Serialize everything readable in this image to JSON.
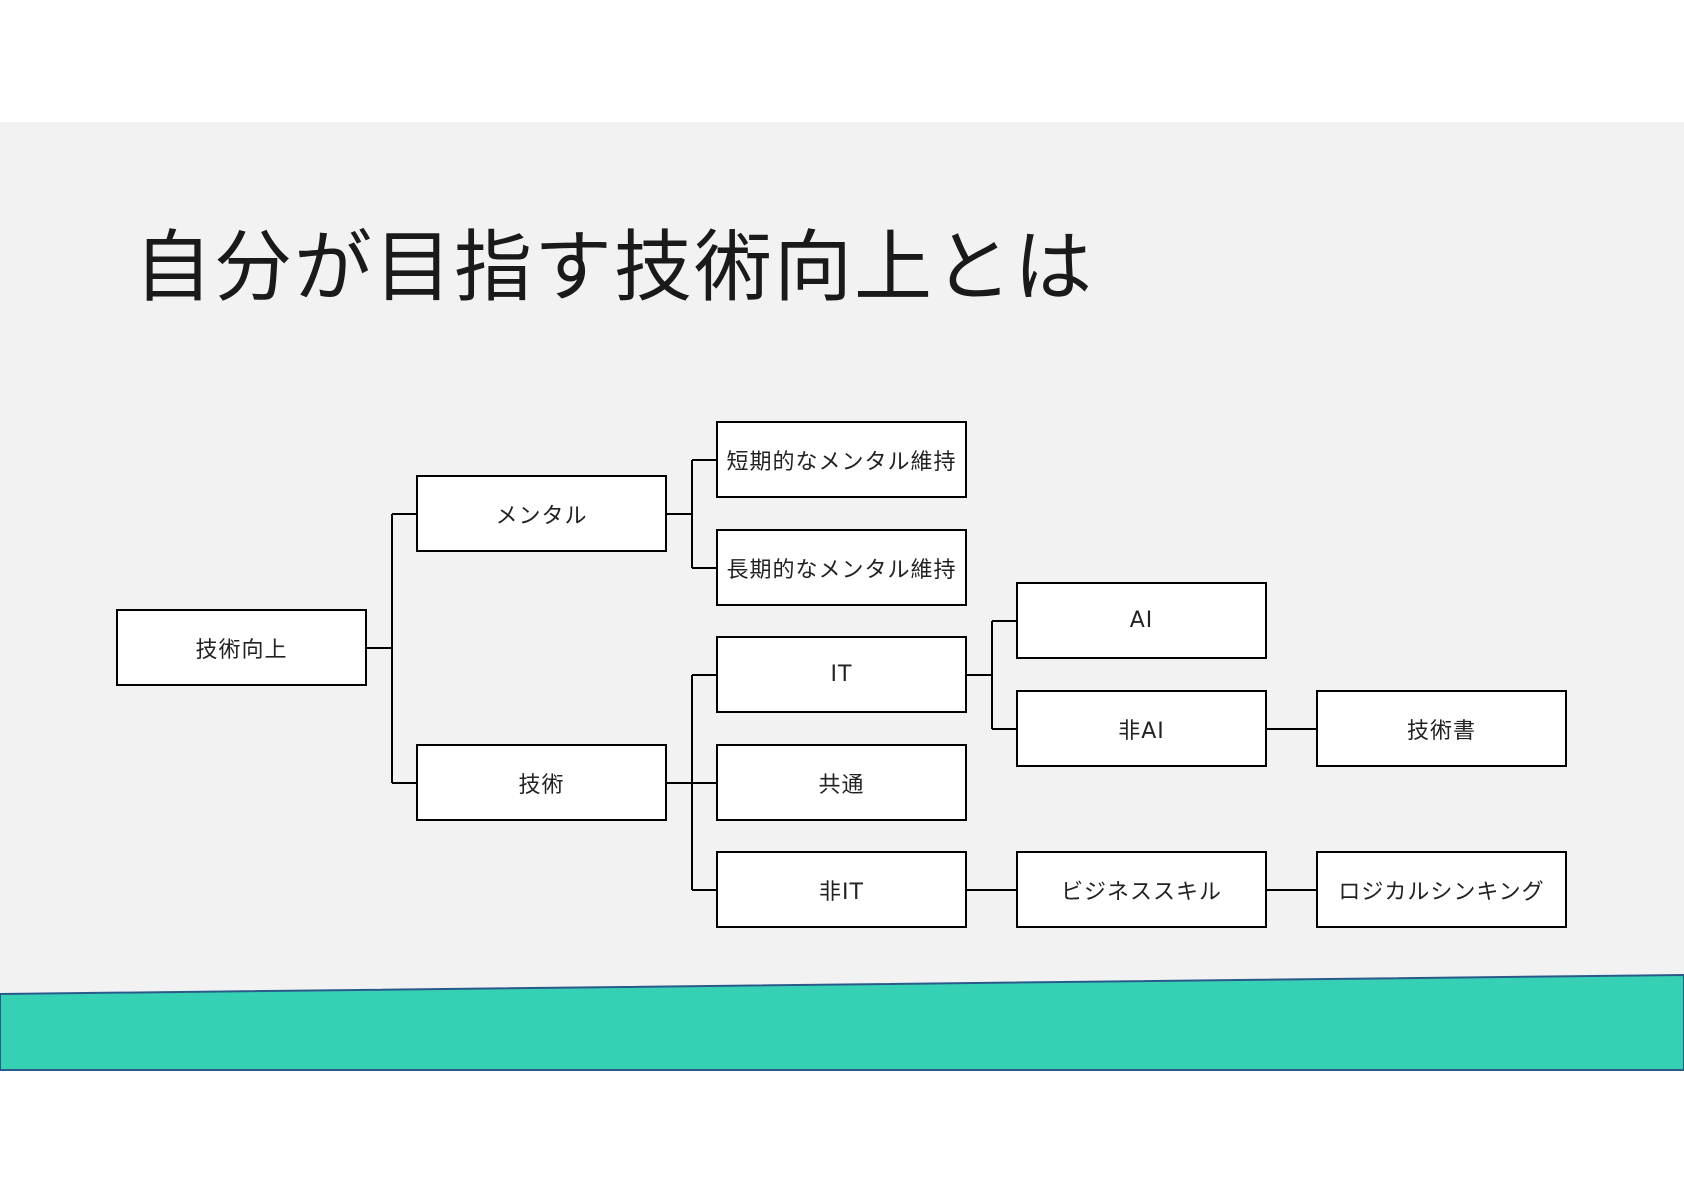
{
  "title": "自分が目指す技術向上とは",
  "tree": {
    "root": "技術向上",
    "mental": "メンタル",
    "mental_short": "短期的なメンタル維持",
    "mental_long": "長期的なメンタル維持",
    "tech": "技術",
    "it": "IT",
    "ai": "AI",
    "non_ai": "非AI",
    "tech_book": "技術書",
    "common": "共通",
    "non_it": "非IT",
    "business_skill": "ビジネススキル",
    "logical_thinking": "ロジカルシンキング"
  },
  "colors": {
    "background": "#f2f2f2",
    "accent_band": "#36d1b5",
    "accent_band_border": "#2a5a8a",
    "box_border": "#000000",
    "box_fill": "#ffffff"
  }
}
